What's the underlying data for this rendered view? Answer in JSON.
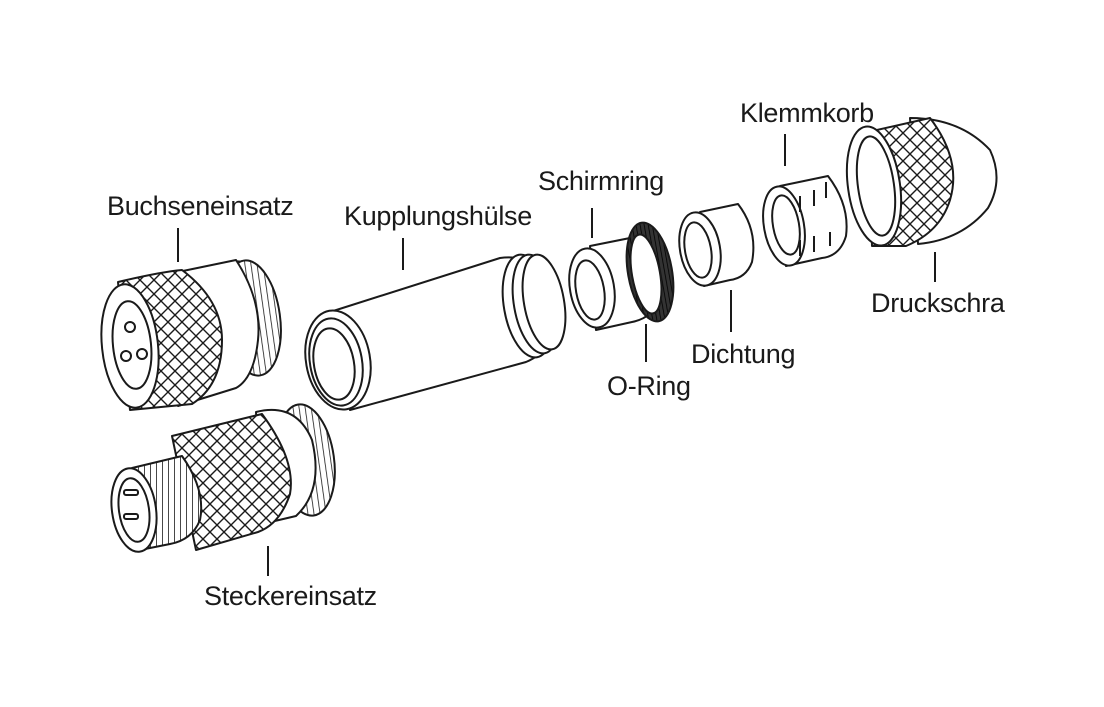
{
  "labels": {
    "buchseneinsatz": "Buchseneinsatz",
    "kupplungshuelse": "Kupplungshülse",
    "schirmring": "Schirmring",
    "klemmkorb": "Klemmkorb",
    "druckschraube": "Druckschra",
    "dichtung": "Dichtung",
    "o_ring": "O-Ring",
    "steckereinsatz": "Steckereinsatz"
  },
  "colors": {
    "line": "#1a1a1a",
    "fill": "#ffffff"
  }
}
